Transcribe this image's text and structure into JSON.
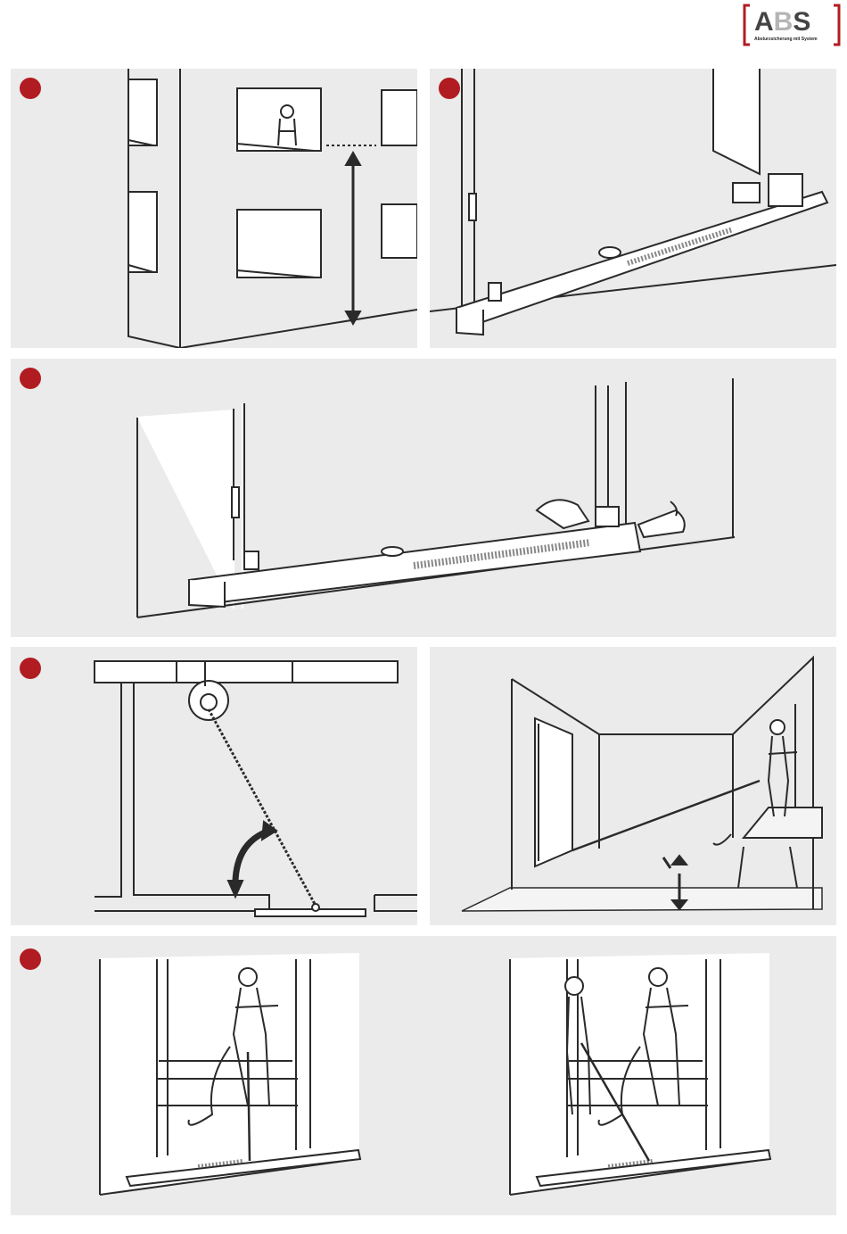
{
  "brand": {
    "logo_letters": [
      "A",
      "B",
      "S"
    ],
    "tagline": "Absturzsicherung mit System",
    "accent_color": "#b01c22",
    "panel_color": "#ebebeb",
    "line_color": "#2a2a2a"
  },
  "steps": [
    {
      "id": 1,
      "illustration": "building-facade-window-height-arrow-icon"
    },
    {
      "id": 2,
      "illustration": "door-anchor-bar-installed-icon"
    },
    {
      "id": 3,
      "illustration": "hands-adjusting-anchor-bar-icon"
    },
    {
      "id": 4,
      "illustration": "rope-angle-top-view-icon"
    },
    {
      "id": 5,
      "illustration": "worker-on-trestle-room-icon"
    },
    {
      "id": 6,
      "illustration": "worker-anchored-window-icon"
    },
    {
      "id": 7,
      "illustration": "two-workers-anchored-window-icon"
    }
  ]
}
